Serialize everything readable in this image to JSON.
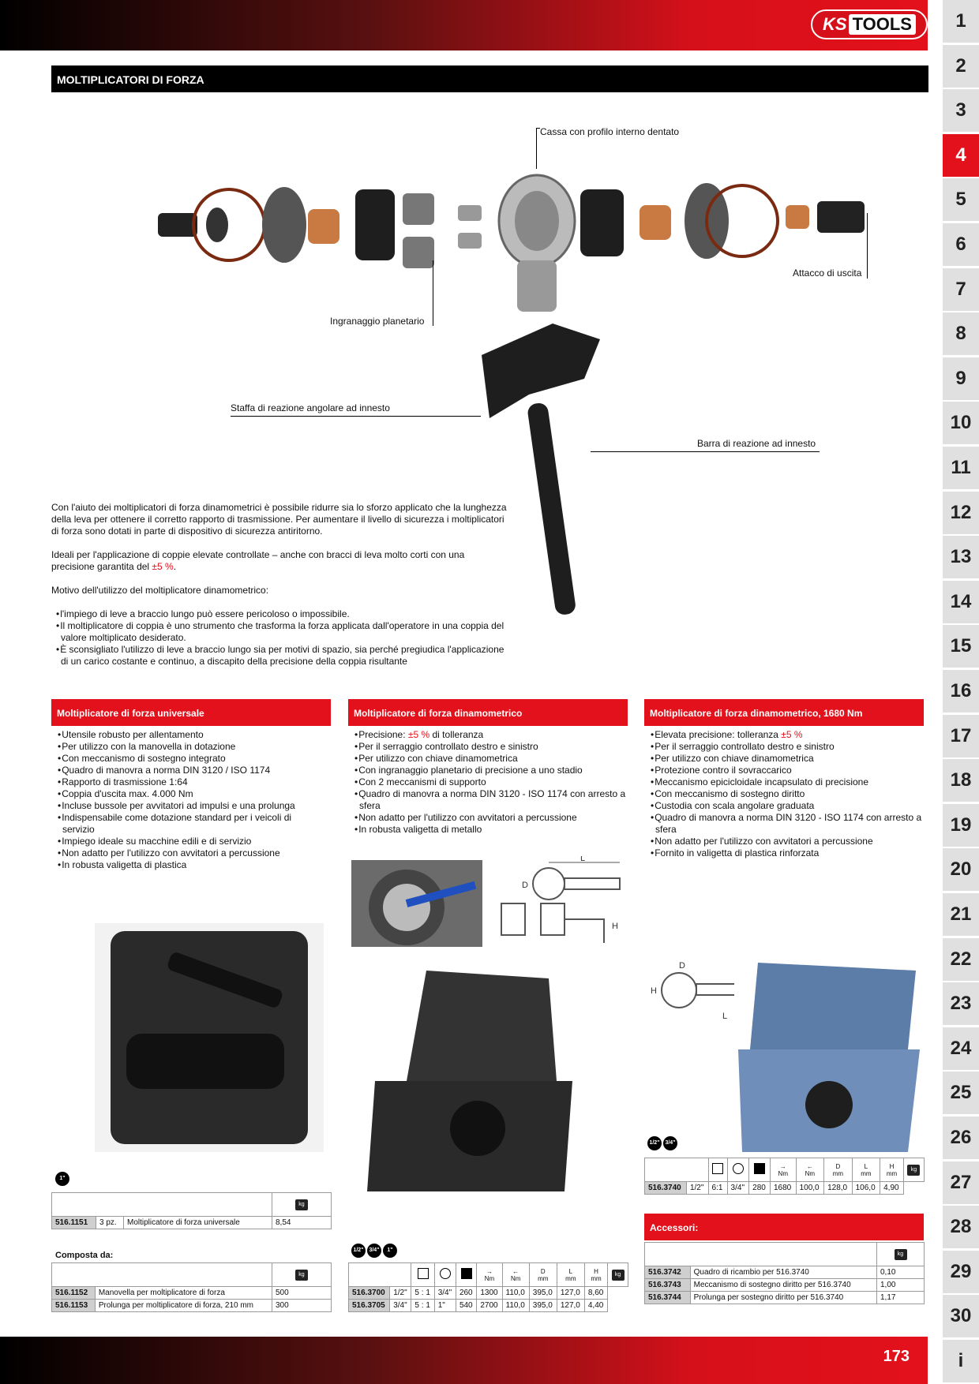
{
  "brand": {
    "ks": "KS",
    "tools": "TOOLS"
  },
  "page_number": "173",
  "title": "MOLTIPLICATORI DI FORZA",
  "tabs": [
    "1",
    "2",
    "3",
    "4",
    "5",
    "6",
    "7",
    "8",
    "9",
    "10",
    "11",
    "12",
    "13",
    "14",
    "15",
    "16",
    "17",
    "18",
    "19",
    "20",
    "21",
    "22",
    "23",
    "24",
    "25",
    "26",
    "27",
    "28",
    "29",
    "30",
    "i"
  ],
  "active_tab": "4",
  "callouts": {
    "cassa": "Cassa con profilo interno dentato",
    "attacco": "Attacco di uscita",
    "ingranaggio": "Ingranaggio planetario",
    "staffa": "Staffa di reazione angolare ad innesto",
    "barra": "Barra di reazione ad innesto"
  },
  "intro": {
    "p1": "Con l'aiuto dei moltiplicatori di forza dinamometrici è possibile ridurre sia lo sforzo applicato che la lunghezza della leva per ottenere il corretto rapporto di trasmissione. Per aumentare il livello di sicurezza i moltiplicatori di forza sono dotati in parte di dispositivo di sicurezza antiritorno.",
    "p2a": "Ideali per l'applicazione di coppie elevate controllate  – anche con bracci di leva molto corti con una precisione garantita del ",
    "p2b": "±5 %",
    "p2c": ".",
    "p3": "Motivo dell'utilizzo del moltiplicatore dinamometrico:",
    "bullets": [
      "l'impiego di leve a braccio lungo può essere pericoloso o impossibile.",
      "Il moltiplicatore di coppia è uno strumento che trasforma la forza applicata dall'operatore in una coppia del valore moltiplicato desiderato.",
      "È sconsigliato l'utilizzo di leve a braccio lungo sia per motivi di spazio, sia perché pregiudica l'applicazione di un carico costante e continuo, a discapito della precisione della coppia risultante"
    ]
  },
  "col1": {
    "heading": "Moltiplicatore di forza universale",
    "bullets": [
      "Utensile robusto per allentamento",
      "Per utilizzo con la manovella in dotazione",
      "Con meccanismo di sostegno integrato",
      "Quadro di manovra a norma DIN 3120 / ISO 1174",
      "Rapporto di trasmissione 1:64",
      "Coppia d'uscita max. 4.000 Nm",
      "Incluse bussole per avvitatori ad impulsi e una prolunga",
      "Indispensabile come dotazione standard per i veicoli di servizio",
      "Impiego ideale su macchine edili e di servizio",
      "Non adatto per l'utilizzo con avvitatori a percussione",
      "In robusta valigetta di plastica"
    ],
    "badge": "1\"",
    "kg_icon": "kg",
    "row": {
      "ref": "516.1151",
      "qty": "3 pz.",
      "desc": "Moltiplicatore di forza universale",
      "weight": "8,54"
    },
    "compo_title": "Composta da:",
    "compo_rows": [
      {
        "ref": "516.1152",
        "desc": "Manovella per moltiplicatore di forza",
        "weight": "500"
      },
      {
        "ref": "516.1153",
        "desc": "Prolunga per moltiplicatore di forza, 210 mm",
        "weight": "300"
      }
    ]
  },
  "col2": {
    "heading": "Moltiplicatore di forza dinamometrico",
    "bullets_a": "Precisione: ",
    "bullets_b": "±5 %",
    "bullets_c": " di tolleranza",
    "bullets": [
      "Per il serraggio controllato destro e sinistro",
      "Per utilizzo con chiave dinamometrica",
      "Con ingranaggio planetario di precisione a uno stadio",
      "Con 2 meccanismi di supporto",
      "Quadro di manovra a norma DIN 3120 - ISO 1174 con arresto a sfera",
      "Non adatto per l'utilizzo con avvitatori a percussione",
      "In robusta valigetta di metallo"
    ],
    "badges": [
      "1/2\"",
      "3/4\"",
      "1\""
    ],
    "dims": {
      "L": "L",
      "D": "D",
      "H": "H"
    },
    "head_units": {
      "nm1": "Nm",
      "nm2": "Nm",
      "d": "D",
      "dmm": "mm",
      "l": "L",
      "lmm": "mm",
      "h": "H",
      "hmm": "mm"
    },
    "rows": [
      {
        "ref": "516.3700",
        "in": "1/2\"",
        "ratio": "5 : 1",
        "out": "3/4\"",
        "nm1": "260",
        "nm2": "1300",
        "d": "110,0",
        "l": "395,0",
        "h": "127,0",
        "kg": "8,60"
      },
      {
        "ref": "516.3705",
        "in": "3/4\"",
        "ratio": "5 : 1",
        "out": "1\"",
        "nm1": "540",
        "nm2": "2700",
        "d": "110,0",
        "l": "395,0",
        "h": "127,0",
        "kg": "4,40"
      }
    ]
  },
  "col3": {
    "heading": "Moltiplicatore di forza dinamometrico, 1680 Nm",
    "bullets_a": "Elevata precisione: tolleranza ",
    "bullets_b": "±5 %",
    "bullets": [
      "Per il serraggio controllato destro e sinistro",
      "Per utilizzo con chiave dinamometrica",
      "Protezione contro il sovraccarico",
      "Meccanismo epicicloidale incapsulato di precisione",
      "Con meccanismo di sostegno diritto",
      "Custodia con scala angolare graduata",
      "Quadro di manovra a norma DIN 3120 - ISO 1174 con arresto a sfera",
      "Non adatto per l'utilizzo con avvitatori a percussione",
      "Fornito in valigetta di plastica rinforzata"
    ],
    "badges": [
      "1/2\"",
      "3/4\""
    ],
    "row": {
      "ref": "516.3740",
      "in": "1/2\"",
      "ratio": "6:1",
      "out": "3/4\"",
      "nm1": "280",
      "nm2": "1680",
      "d": "100,0",
      "l": "128,0",
      "h": "106,0",
      "kg": "4,90"
    },
    "acc_heading": "Accessori:",
    "acc_rows": [
      {
        "ref": "516.3742",
        "desc": "Quadro di ricambio per 516.3740",
        "weight": "0,10"
      },
      {
        "ref": "516.3743",
        "desc": "Meccanismo di sostegno diritto per 516.3740",
        "weight": "1,00"
      },
      {
        "ref": "516.3744",
        "desc": "Prolunga per sostegno diritto per 516.3740",
        "weight": "1,17"
      }
    ]
  },
  "colors": {
    "accent": "#e3111b",
    "bar_dark": "#000000",
    "tab_grey": "#e0e0e0"
  }
}
